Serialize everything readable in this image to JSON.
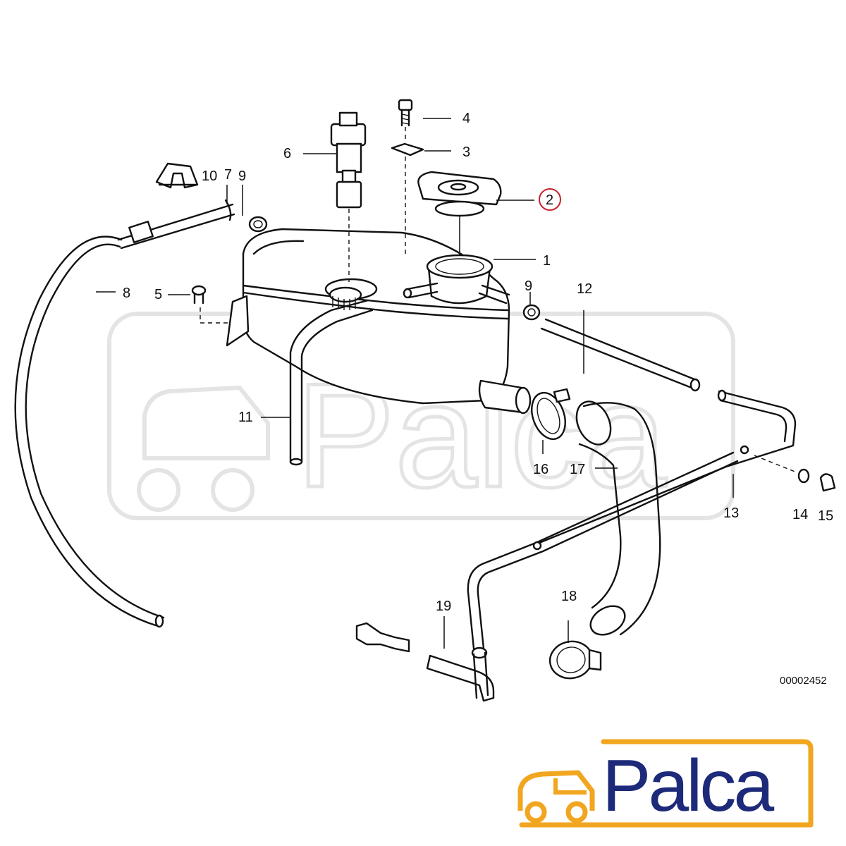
{
  "diagram": {
    "callouts": [
      {
        "id": "c1",
        "label": "1"
      },
      {
        "id": "c2",
        "label": "2",
        "highlighted": true
      },
      {
        "id": "c3",
        "label": "3"
      },
      {
        "id": "c4",
        "label": "4"
      },
      {
        "id": "c5",
        "label": "5"
      },
      {
        "id": "c6",
        "label": "6"
      },
      {
        "id": "c7",
        "label": "7"
      },
      {
        "id": "c8",
        "label": "8"
      },
      {
        "id": "c9a",
        "label": "9"
      },
      {
        "id": "c9b",
        "label": "9"
      },
      {
        "id": "c10",
        "label": "10"
      },
      {
        "id": "c11",
        "label": "11"
      },
      {
        "id": "c12",
        "label": "12"
      },
      {
        "id": "c13",
        "label": "13"
      },
      {
        "id": "c14",
        "label": "14"
      },
      {
        "id": "c15",
        "label": "15"
      },
      {
        "id": "c16",
        "label": "16"
      },
      {
        "id": "c17",
        "label": "17"
      },
      {
        "id": "c18",
        "label": "18"
      },
      {
        "id": "c19",
        "label": "19"
      }
    ],
    "highlight_color": "#c8232c",
    "reference_number": "00002452"
  },
  "watermark": {
    "text": "Palca",
    "color": "#e4e4e4"
  },
  "logo": {
    "text": "Palca",
    "text_color": "#1d2a7a",
    "accent_color": "#f2a51f"
  }
}
